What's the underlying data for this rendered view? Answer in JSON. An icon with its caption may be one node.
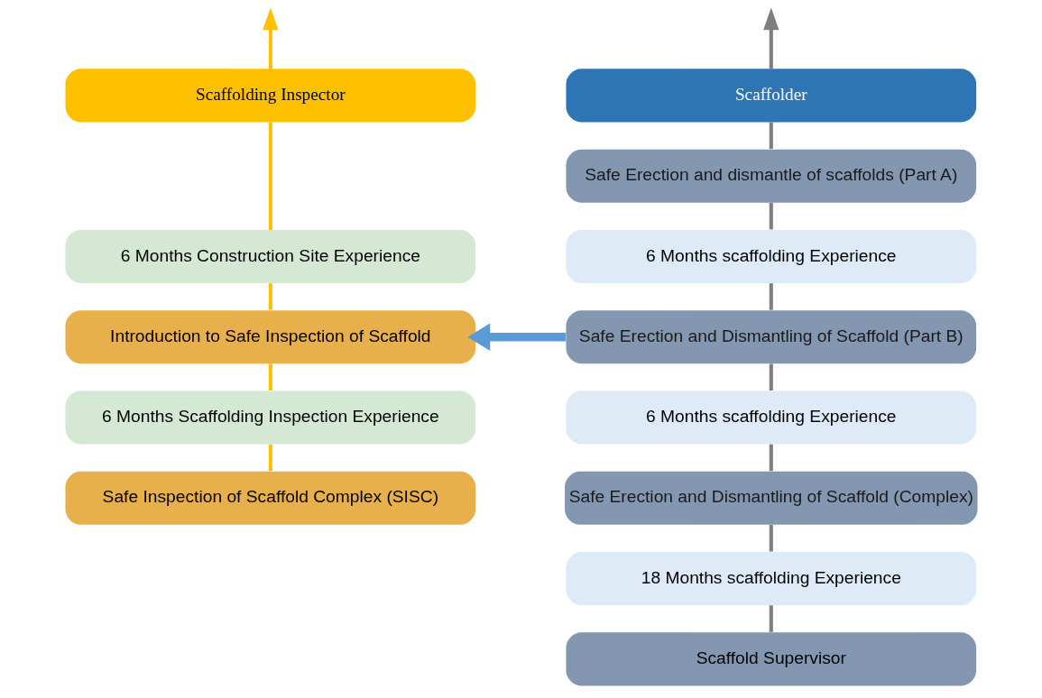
{
  "diagram": {
    "nodes": [
      {
        "text": [
          "Scaffolder"
        ]
      },
      {
        "text": [
          "Safe Erection and dismantle of scaffolds (Part A)"
        ]
      },
      {
        "text": [
          "6 Months scaffolding Experience"
        ]
      },
      {
        "text": [
          "Safe Erection and Dismantling of Scaffold (Part B)"
        ]
      },
      {
        "text": [
          "6 Months scaffolding Experience"
        ]
      },
      {
        "text": [
          "Safe Erection and Dismantling of Scaffold (Complex)"
        ]
      },
      {
        "text": [
          "18 Months scaffolding Experience"
        ]
      },
      {
        "text": [
          "Scaffold Supervisor"
        ]
      },
      {
        "text": [
          "Scaffolding Inspector"
        ]
      },
      {
        "text": [
          "6 Months Construction Site Experience"
        ]
      },
      {
        "text": [
          "Introduction to Safe Inspection of Scaffold"
        ]
      },
      {
        "text": [
          "6 Months Scaffolding Inspection Experience"
        ]
      },
      {
        "text": [
          "Safe Inspection of Scaffold Complex (SISC)"
        ]
      }
    ],
    "edges": [
      {
        "from": 0,
        "to": null,
        "arrow": "to"
      },
      {
        "from": 0,
        "to": 1,
        "arrow": "none"
      },
      {
        "from": 1,
        "to": 2,
        "arrow": "none"
      },
      {
        "from": 2,
        "to": 3,
        "arrow": "none"
      },
      {
        "from": 3,
        "to": 4,
        "arrow": "none"
      },
      {
        "from": 4,
        "to": 5,
        "arrow": "none"
      },
      {
        "from": 5,
        "to": 6,
        "arrow": "none"
      },
      {
        "from": 6,
        "to": 7,
        "arrow": "none"
      },
      {
        "from": 8,
        "to": null,
        "arrow": "to",
        "color": "#ffc000"
      },
      {
        "from": 8,
        "to": 9,
        "arrow": "none",
        "color": "#ffc000"
      },
      {
        "from": 9,
        "to": 10,
        "arrow": "none",
        "color": "#ffc000"
      },
      {
        "from": 10,
        "to": 11,
        "arrow": "none",
        "color": "#ffc000"
      },
      {
        "from": 11,
        "to": 12,
        "arrow": "none",
        "color": "#ffc000"
      },
      {
        "from": 3,
        "to": 10,
        "arrow": "to",
        "style": "thick",
        "color": "#5b9bd5"
      }
    ]
  }
}
